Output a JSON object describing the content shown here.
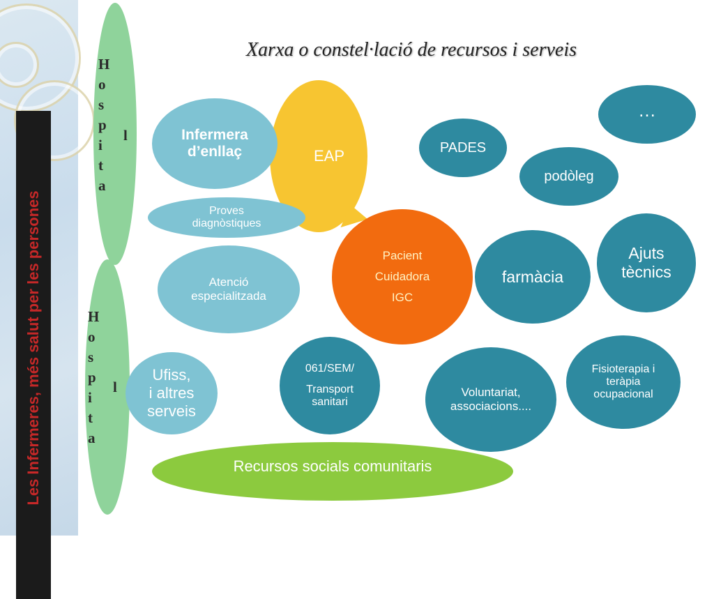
{
  "title": "Xarxa o constel·lació de recursos i serveis",
  "sidebar": {
    "vertical_text": "Les Infermeres, més salut per les persones"
  },
  "hospital_top": {
    "letters": [
      "H",
      "o",
      "s",
      "p",
      "i",
      "t",
      "a"
    ],
    "extra_letter": "l"
  },
  "hospital_bottom": {
    "letters": [
      "H",
      "o",
      "s",
      "p",
      "i",
      "t",
      "a"
    ],
    "extra_letter": "l"
  },
  "nodes": {
    "infermera": {
      "line1": "Infermera",
      "line2": "d’enllaç"
    },
    "eap": {
      "label": "EAP"
    },
    "proves": {
      "line1": "Proves",
      "line2": "diagnòstiques"
    },
    "atencio": {
      "line1": "Atenció",
      "line2": "especialitzada"
    },
    "ufiss": {
      "line1": "Ufiss,",
      "line2": "i altres",
      "line3": "serveis"
    },
    "pacient": {
      "line1": "Pacient",
      "line2": "Cuidadora",
      "line3": "IGC"
    },
    "pades": {
      "label": "PADES"
    },
    "podoleg": {
      "label": "podòleg"
    },
    "etc": {
      "label": "…"
    },
    "farmacia": {
      "label": "farmàcia"
    },
    "ajuts": {
      "line1": "Ajuts",
      "line2": "tècnics"
    },
    "sem": {
      "line1": "061/SEM/",
      "line2": "Transport",
      "line3": "sanitari"
    },
    "voluntariat": {
      "line1": "Voluntariat,",
      "line2": "associacions...."
    },
    "fisio": {
      "line1": "Fisioterapia i",
      "line2": "teràpia",
      "line3": "ocupacional"
    },
    "recursos": {
      "label": "Recursos socials comunitaris"
    }
  },
  "colors": {
    "teal": "#2e8aa0",
    "light_blue": "#7fc3d3",
    "green": "#8fd39b",
    "yellow": "#f7c531",
    "orange": "#f26b0f",
    "lime": "#8cca3e",
    "title_sidebar_red": "#c62828"
  }
}
